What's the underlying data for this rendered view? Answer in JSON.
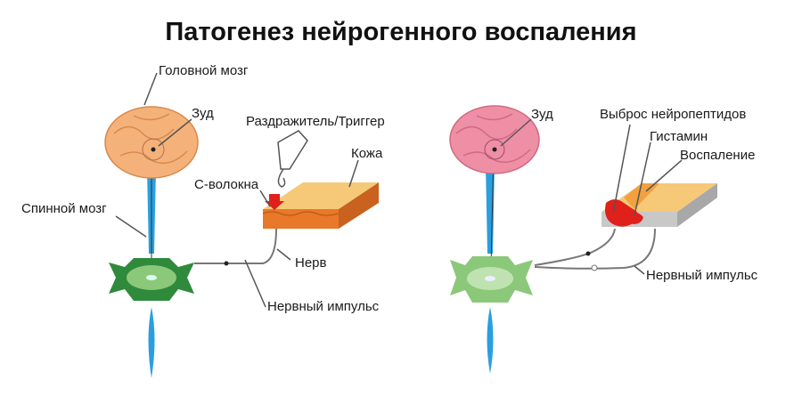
{
  "title": "Патогенез нейрогенного воспаления",
  "left_panel": {
    "labels": {
      "brain": "Головной мозг",
      "itch": "Зуд",
      "trigger": "Раздражитель/Триггер",
      "skin": "Кожа",
      "c_fibers": "С-волокна",
      "spinal_cord": "Спинной мозг",
      "nerve": "Нерв",
      "nerve_impulse": "Нервный импульс"
    }
  },
  "right_panel": {
    "labels": {
      "itch": "Зуд",
      "neuropeptide_release": "Выброс нейропептидов",
      "histamine": "Гистамин",
      "inflammation": "Воспаление",
      "nerve_impulse": "Нервный импульс"
    }
  },
  "colors": {
    "brain_left": "#f4b27a",
    "brain_right": "#ee8fa6",
    "spinal": "#2a9fe0",
    "cord_left": "#2f8a3c",
    "cord_right": "#8cc87a",
    "skin_top": "#f6c978",
    "skin_front": "#e8782a",
    "inflamed": "#e0201a"
  }
}
